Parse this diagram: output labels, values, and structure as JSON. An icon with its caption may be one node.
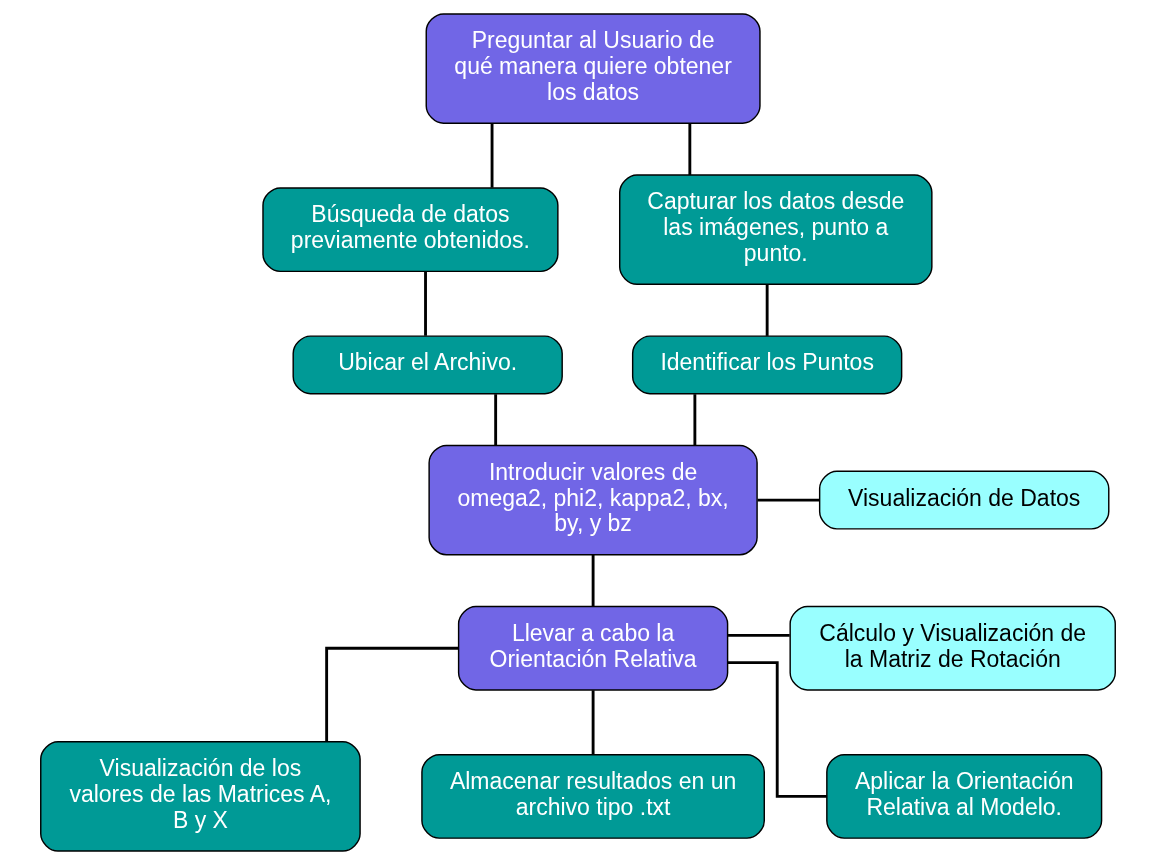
{
  "diagram": {
    "nodes": [
      {
        "text": [
          "Preguntar al Usuario de qué manera quiere obtener los datos"
        ]
      },
      {
        "text": [
          "Búsqueda de datos previamente obtenidos."
        ]
      },
      {
        "text": [
          "Capturar los datos desde las imágenes, punto a punto."
        ]
      },
      {
        "text": [
          "Ubicar el Archivo."
        ]
      },
      {
        "text": [
          "Identificar los Puntos"
        ]
      },
      {
        "text": [
          "Visualización de Datos"
        ]
      },
      {
        "text": [
          "Introducir valores de omega2, phi2, kappa2, bx, by, y bz"
        ]
      },
      {
        "text": [
          "Cálculo y Visualización de la Matriz de Rotación"
        ]
      },
      {
        "text": [
          "Llevar a cabo la Orientación Relativa"
        ]
      },
      {
        "text": [
          "Visualización de los valores de las Matrices A, B y X"
        ]
      },
      {
        "text": [
          "Almacenar resultados en un archivo tipo .txt"
        ]
      },
      {
        "text": [
          "Aplicar la Orientación Relativa al Modelo."
        ]
      }
    ],
    "edges": [
      {
        "from": 0,
        "to": 1,
        "arrow": "none"
      },
      {
        "from": 0,
        "to": 2,
        "arrow": "none"
      },
      {
        "from": 1,
        "to": 3,
        "arrow": "none"
      },
      {
        "from": 2,
        "to": 4,
        "arrow": "none"
      },
      {
        "from": 3,
        "to": 6,
        "arrow": "none"
      },
      {
        "from": 4,
        "to": 6,
        "arrow": "none"
      },
      {
        "from": 6,
        "to": 5,
        "arrow": "none"
      },
      {
        "from": 6,
        "to": 8,
        "arrow": "none"
      },
      {
        "from": 8,
        "to": 7,
        "arrow": "none"
      },
      {
        "from": 8,
        "to": 9,
        "arrow": "none"
      },
      {
        "from": 8,
        "to": 10,
        "arrow": "none"
      },
      {
        "from": 8,
        "to": 11,
        "arrow": "none"
      }
    ]
  }
}
